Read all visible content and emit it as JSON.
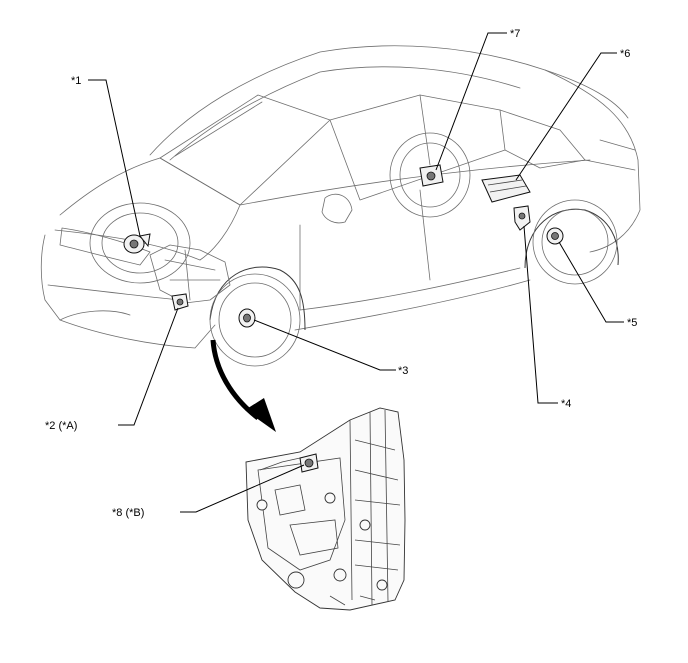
{
  "labels": {
    "c1": "*1",
    "c2": "*2 (*A)",
    "c3": "*3",
    "c4": "*4",
    "c5": "*5",
    "c6": "*6",
    "c7": "*7",
    "c8": "*8 (*B)"
  }
}
